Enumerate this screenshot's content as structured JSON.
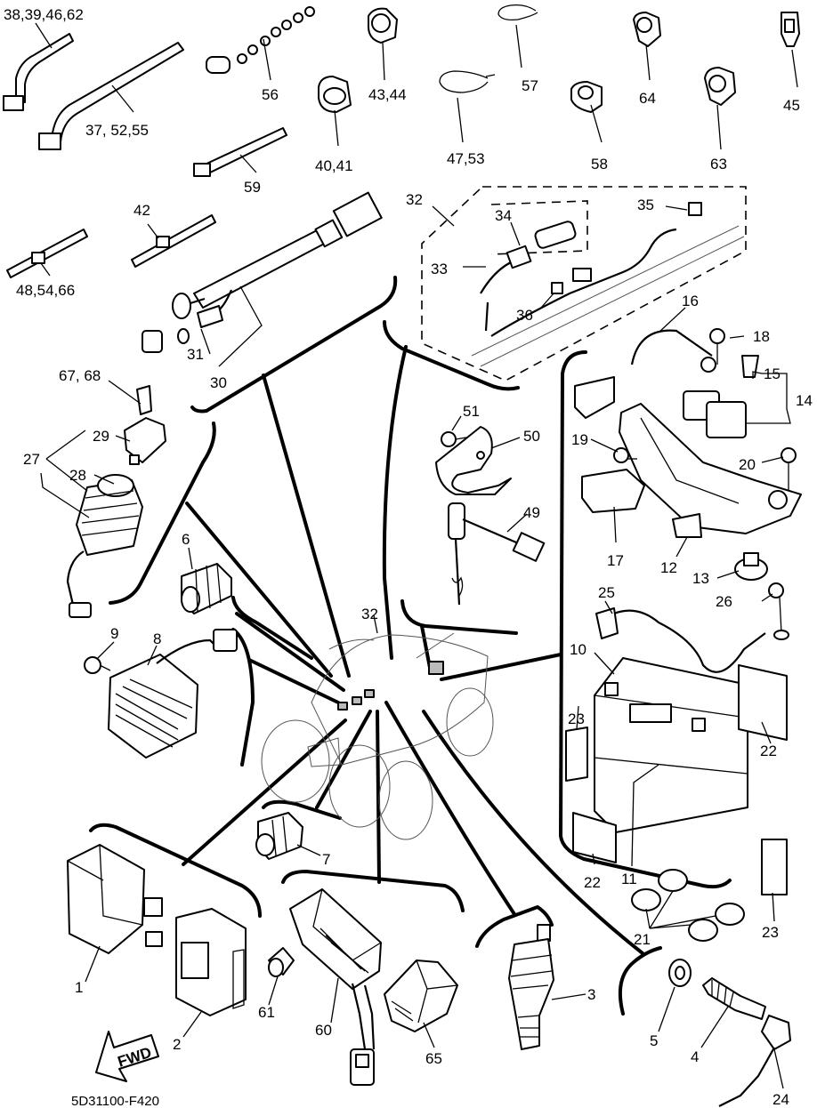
{
  "labels": {
    "p1": "1",
    "p2": "2",
    "p3": "3",
    "p4": "4",
    "p5": "5",
    "p6": "6",
    "p7": "7",
    "p8": "8",
    "p9": "9",
    "p10": "10",
    "p11": "11",
    "p12": "12",
    "p13": "13",
    "p14": "14",
    "p15": "15",
    "p16": "16",
    "p17": "17",
    "p18": "18",
    "p19": "19",
    "p20": "20",
    "p21": "21",
    "p22a": "22",
    "p22b": "22",
    "p23a": "23",
    "p23b": "23",
    "p24": "24",
    "p25": "25",
    "p26": "26",
    "p27": "27",
    "p28": "28",
    "p29": "29",
    "p30": "30",
    "p31": "31",
    "p32a": "32",
    "p32b": "32",
    "p33": "33",
    "p34": "34",
    "p35": "35",
    "p36": "36",
    "p38": "38,39,46,62",
    "p37": "37, 52,55",
    "p40": "40,41",
    "p42": "42",
    "p43": "43,44",
    "p45": "45",
    "p47": "47,53",
    "p48": "48,54,66",
    "p49": "49",
    "p50": "50",
    "p51": "51",
    "p56": "56",
    "p57": "57",
    "p58": "58",
    "p59": "59",
    "p60": "60",
    "p61": "61",
    "p63": "63",
    "p64": "64",
    "p65": "65",
    "p67": "67, 68"
  },
  "fwd_arrow": "FWD",
  "drawing_code": "5D31100-F420"
}
